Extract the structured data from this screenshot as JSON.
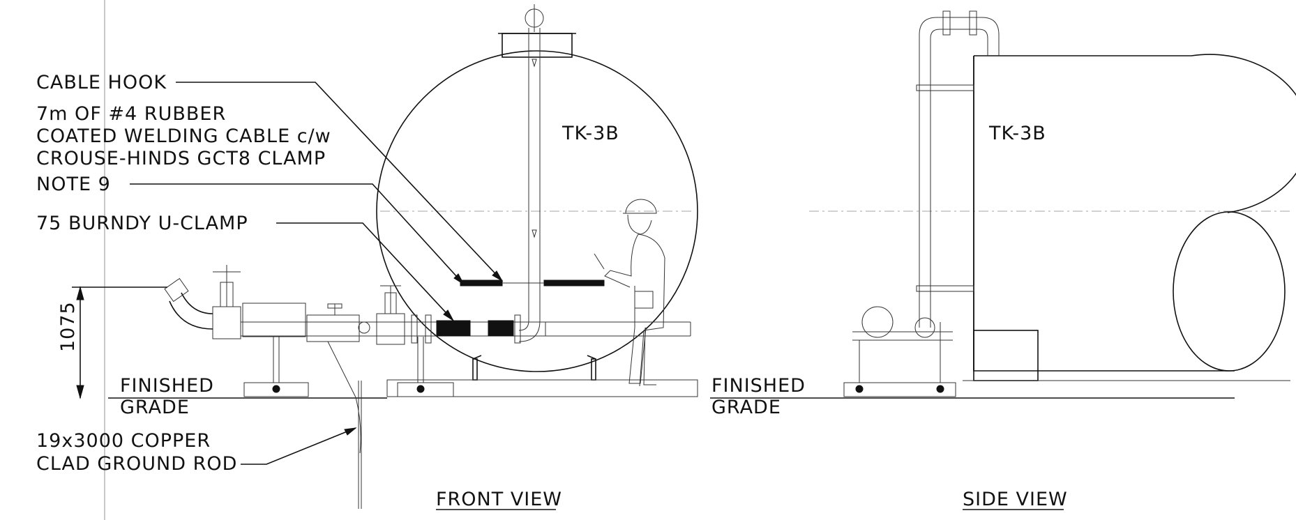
{
  "front_view": {
    "title": "FRONT VIEW",
    "tank_label": "TK-3B",
    "callouts": {
      "cable_hook": "CABLE HOOK",
      "cable_line1": "7m OF #4 RUBBER",
      "cable_line2": "COATED WELDING CABLE c/w",
      "cable_line3": "CROUSE-HINDS GCT8 CLAMP",
      "note": "NOTE 9",
      "u_clamp": "75 BURNDY U-CLAMP",
      "rod_line1": "19x3000 COPPER",
      "rod_line2": "CLAD GROUND ROD"
    },
    "grade_line1": "FINISHED",
    "grade_line2": "GRADE",
    "dimension": "1075"
  },
  "side_view": {
    "title": "SIDE VIEW",
    "tank_label": "TK-3B",
    "grade_line1": "FINISHED",
    "grade_line2": "GRADE"
  }
}
